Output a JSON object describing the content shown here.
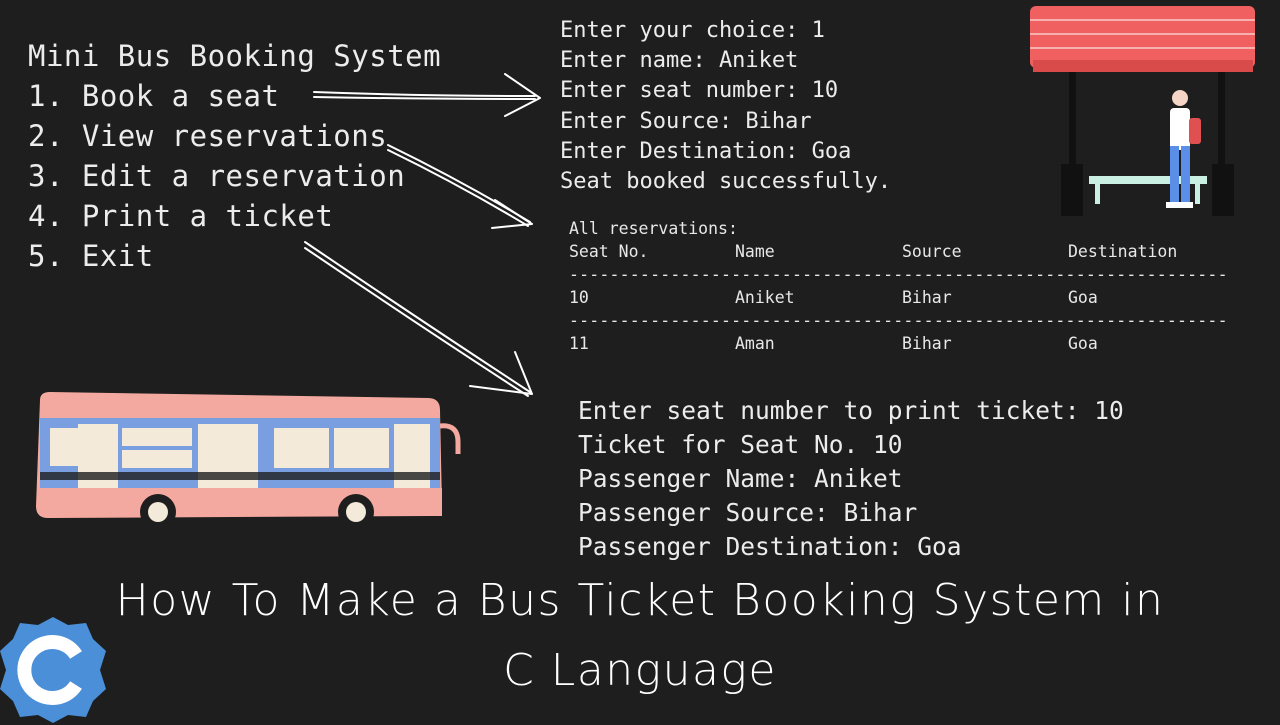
{
  "menu": {
    "title": "Mini Bus Booking System",
    "items": [
      "1. Book a seat",
      "2. View reservations",
      "3. Edit a reservation",
      "4. Print a ticket",
      "5. Exit"
    ]
  },
  "booking": {
    "lines": [
      "Enter your choice: 1",
      "Enter name: Aniket",
      "Enter seat number: 10",
      "Enter Source: Bihar",
      "Enter Destination: Goa",
      "Seat booked successfully."
    ]
  },
  "reservations": {
    "heading": "All reservations:",
    "headers": [
      "Seat No.",
      "Name",
      "Source",
      "Destination"
    ],
    "separator": "-----------------------------------------------------------------",
    "rows": [
      [
        "10",
        "Aniket",
        "Bihar",
        "Goa"
      ],
      [
        "11",
        "Aman",
        "Bihar",
        "Goa"
      ]
    ]
  },
  "ticket": {
    "lines": [
      "Enter seat number to print ticket: 10",
      "Ticket for Seat No. 10",
      "Passenger Name: Aniket",
      "Passenger Source: Bihar",
      "Passenger Destination: Goa"
    ]
  },
  "headline": {
    "line1": "How To Make a Bus Ticket Booking System in",
    "line2": "C Language"
  },
  "colors": {
    "background": "#1e1e1e",
    "text": "#ececec",
    "bus_body": "#f4a9a0",
    "bus_blue": "#7a9fe0",
    "shelter_roof": "#f06060",
    "c_logo": "#4a8fd8"
  },
  "icons": [
    "bus-illustration",
    "bus-stop-illustration",
    "c-language-logo",
    "arrow-icon"
  ]
}
